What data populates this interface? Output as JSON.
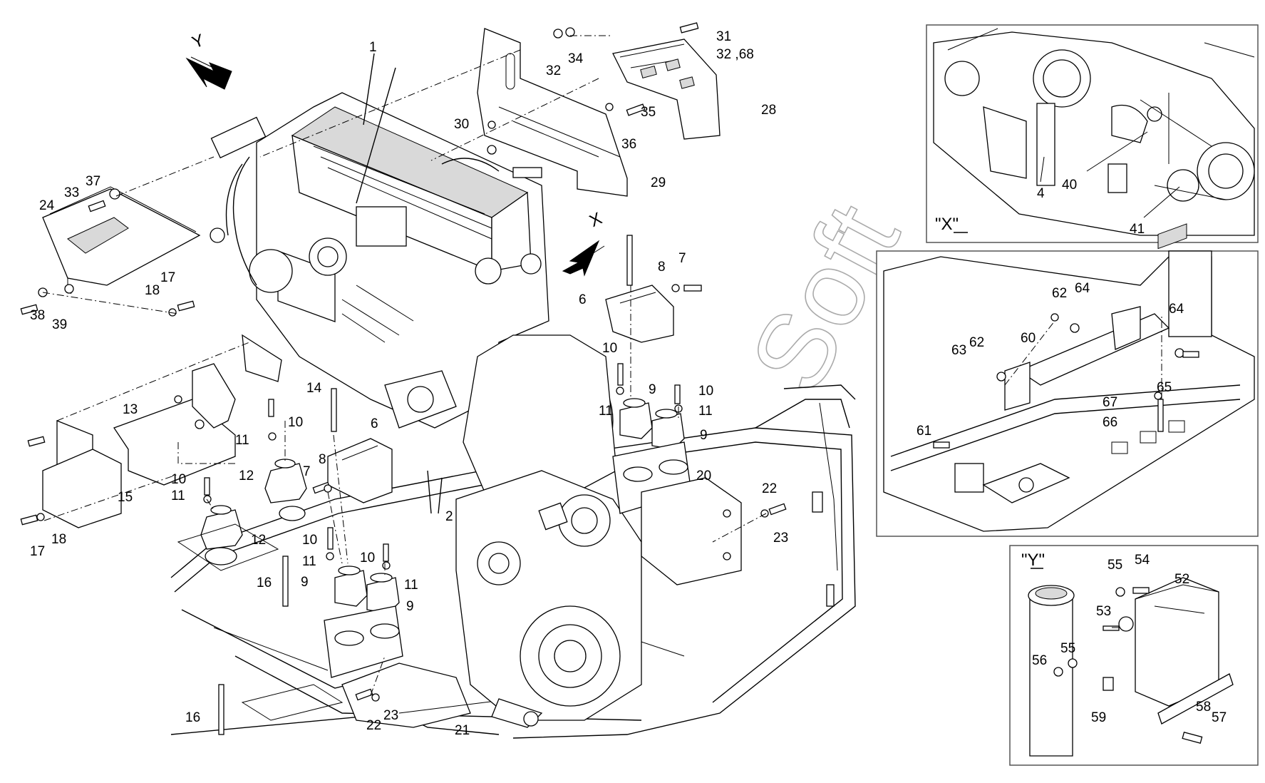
{
  "main": {
    "arrow_y_label": "Y",
    "arrow_x_label": "X",
    "callouts": [
      {
        "id": "c1",
        "text": "1"
      },
      {
        "id": "c2",
        "text": "2"
      },
      {
        "id": "c6a",
        "text": "6"
      },
      {
        "id": "c6b",
        "text": "6"
      },
      {
        "id": "c7a",
        "text": "7"
      },
      {
        "id": "c7b",
        "text": "7"
      },
      {
        "id": "c8a",
        "text": "8"
      },
      {
        "id": "c8b",
        "text": "8"
      },
      {
        "id": "c9a",
        "text": "9"
      },
      {
        "id": "c9b",
        "text": "9"
      },
      {
        "id": "c9c",
        "text": "9"
      },
      {
        "id": "c9d",
        "text": "9"
      },
      {
        "id": "c10a",
        "text": "10"
      },
      {
        "id": "c10b",
        "text": "10"
      },
      {
        "id": "c10c",
        "text": "10"
      },
      {
        "id": "c10d",
        "text": "10"
      },
      {
        "id": "c10e",
        "text": "10"
      },
      {
        "id": "c10f",
        "text": "10"
      },
      {
        "id": "c11a",
        "text": "11"
      },
      {
        "id": "c11b",
        "text": "11"
      },
      {
        "id": "c11c",
        "text": "11"
      },
      {
        "id": "c11d",
        "text": "11"
      },
      {
        "id": "c11e",
        "text": "11"
      },
      {
        "id": "c11f",
        "text": "11"
      },
      {
        "id": "c12a",
        "text": "12"
      },
      {
        "id": "c12b",
        "text": "12"
      },
      {
        "id": "c13",
        "text": "13"
      },
      {
        "id": "c14",
        "text": "14"
      },
      {
        "id": "c15",
        "text": "15"
      },
      {
        "id": "c16a",
        "text": "16"
      },
      {
        "id": "c16b",
        "text": "16"
      },
      {
        "id": "c17a",
        "text": "17"
      },
      {
        "id": "c17b",
        "text": "17"
      },
      {
        "id": "c18a",
        "text": "18"
      },
      {
        "id": "c18b",
        "text": "18"
      },
      {
        "id": "c20",
        "text": "20"
      },
      {
        "id": "c21",
        "text": "21"
      },
      {
        "id": "c22a",
        "text": "22"
      },
      {
        "id": "c22b",
        "text": "22"
      },
      {
        "id": "c23a",
        "text": "23"
      },
      {
        "id": "c23b",
        "text": "23"
      },
      {
        "id": "c24",
        "text": "24"
      },
      {
        "id": "c28",
        "text": "28"
      },
      {
        "id": "c29",
        "text": "29"
      },
      {
        "id": "c30",
        "text": "30"
      },
      {
        "id": "c31",
        "text": "31"
      },
      {
        "id": "c32a",
        "text": "32"
      },
      {
        "id": "c32b",
        "text": "32 ,68"
      },
      {
        "id": "c33",
        "text": "33"
      },
      {
        "id": "c34",
        "text": "34"
      },
      {
        "id": "c35",
        "text": "35"
      },
      {
        "id": "c36",
        "text": "36"
      },
      {
        "id": "c37",
        "text": "37"
      },
      {
        "id": "c38",
        "text": "38"
      },
      {
        "id": "c39",
        "text": "39"
      }
    ]
  },
  "view_x": {
    "title": "\"X\"",
    "callouts": [
      {
        "id": "x4",
        "text": "4"
      },
      {
        "id": "x40",
        "text": "40"
      },
      {
        "id": "x41",
        "text": "41"
      }
    ]
  },
  "view_frame": {
    "callouts": [
      {
        "id": "f60",
        "text": "60"
      },
      {
        "id": "f61",
        "text": "61"
      },
      {
        "id": "f62a",
        "text": "62"
      },
      {
        "id": "f62b",
        "text": "62"
      },
      {
        "id": "f63",
        "text": "63"
      },
      {
        "id": "f64a",
        "text": "64"
      },
      {
        "id": "f64b",
        "text": "64"
      },
      {
        "id": "f65",
        "text": "65"
      },
      {
        "id": "f66",
        "text": "66"
      },
      {
        "id": "f67",
        "text": "67"
      }
    ]
  },
  "view_y": {
    "title": "\"Y\"",
    "callouts": [
      {
        "id": "y52",
        "text": "52"
      },
      {
        "id": "y53",
        "text": "53"
      },
      {
        "id": "y54",
        "text": "54"
      },
      {
        "id": "y55a",
        "text": "55"
      },
      {
        "id": "y55b",
        "text": "55"
      },
      {
        "id": "y56",
        "text": "56"
      },
      {
        "id": "y57",
        "text": "57"
      },
      {
        "id": "y58",
        "text": "58"
      },
      {
        "id": "y59",
        "text": "59"
      }
    ]
  },
  "watermark": "Soft"
}
